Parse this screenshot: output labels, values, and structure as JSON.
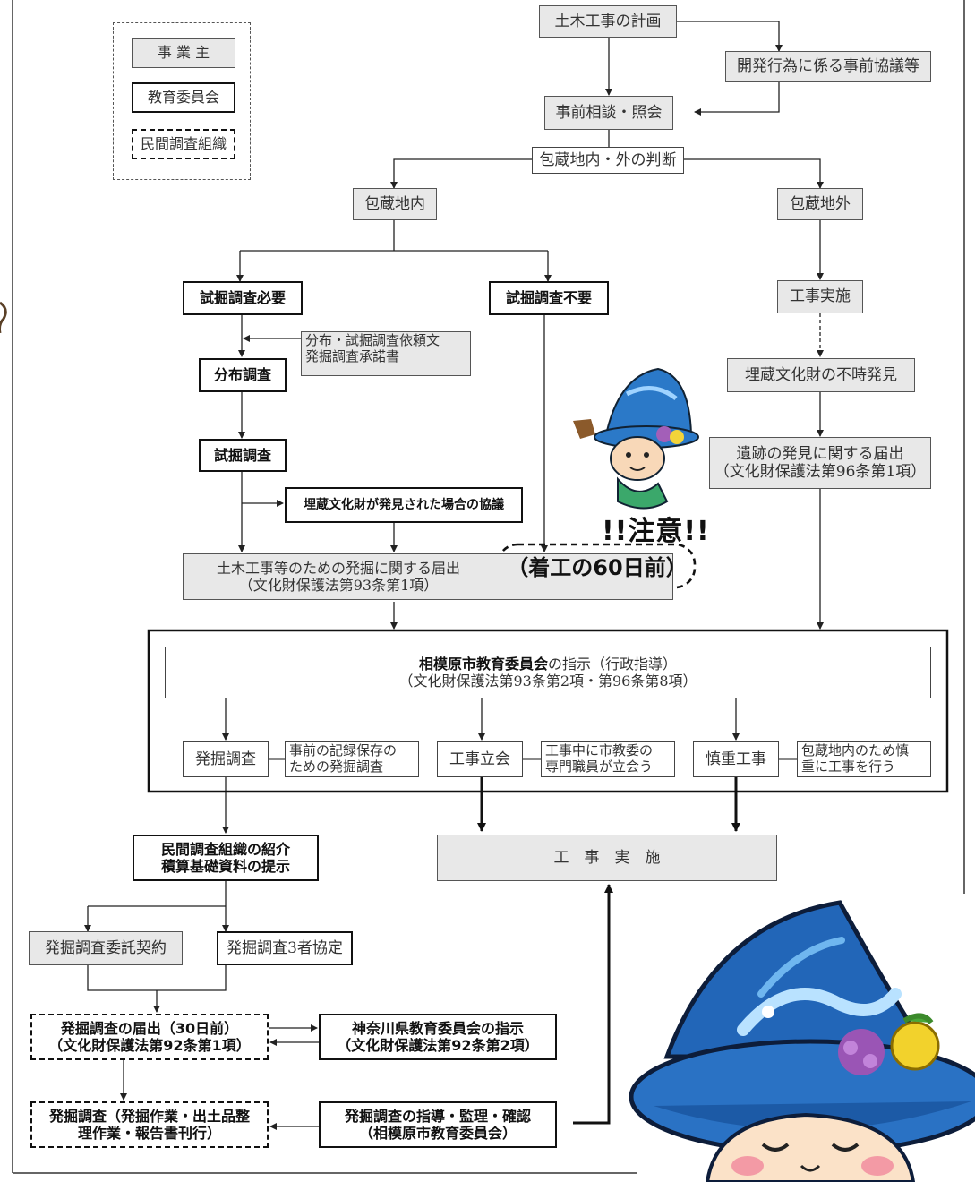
{
  "legend": {
    "owner": "事 業 主",
    "board": "教育委員会",
    "private": "民間調査組織"
  },
  "nodes": {
    "plan": "土木工事の計画",
    "pre_consult_dev": "開発行為に係る事前協議等",
    "pre_consult": "事前相談・照会",
    "judge": "包蔵地内・外の判断",
    "inside": "包蔵地内",
    "outside": "包蔵地外",
    "trial_needed": "試掘調査必要",
    "trial_not_needed": "試掘調査不要",
    "request_docs": [
      "分布・試掘調査依頼文",
      "発掘調査承諾書"
    ],
    "distribution_survey": "分布調査",
    "trial_survey": "試掘調査",
    "found_consult": "埋蔵文化財が発見された場合の協議",
    "notification_93": [
      "土木工事等のための発掘に関する届出",
      "（文化財保護法第93条第1項）"
    ],
    "construction_outside": "工事実施",
    "discovery": "埋蔵文化財の不時発見",
    "notification_96": [
      "遺跡の発見に関する届出",
      "（文化財保護法第96条第1項）"
    ],
    "instruction_title_bold": "相模原市教育委員会",
    "instruction_title_rest": "の指示（行政指導）",
    "instruction_law": "（文化財保護法第93条第2項・第96条第8項）",
    "excavation": "発掘調査",
    "excavation_note": [
      "事前の記録保存の",
      "ための発掘調査"
    ],
    "witness": "工事立会",
    "witness_note": [
      "工事中に市教委の",
      "専門職員が立会う"
    ],
    "careful": "慎重工事",
    "careful_note": [
      "包蔵地内のため慎",
      "重に工事を行う"
    ],
    "introduce": [
      "民間調査組織の紹介",
      "積算基礎資料の提示"
    ],
    "construction_final": "工　事　実　施",
    "contract": "発掘調査委託契約",
    "agreement": "発掘調査3者協定",
    "notification_92": [
      "発掘調査の届出（30日前）",
      "（文化財保護法第92条第1項）"
    ],
    "kanagawa": [
      "神奈川県教育委員会の指示",
      "（文化財保護法第92条第2項）"
    ],
    "excavation_work": [
      "発掘調査（発掘作業・出土品整",
      "理作業・報告書刊行）"
    ],
    "guidance": [
      "発掘調査の指導・監理・確認",
      "（相模原市教育委員会）"
    ]
  },
  "notes": {
    "caution": "!!注意!!",
    "deadline": "（着工の60日前）"
  }
}
